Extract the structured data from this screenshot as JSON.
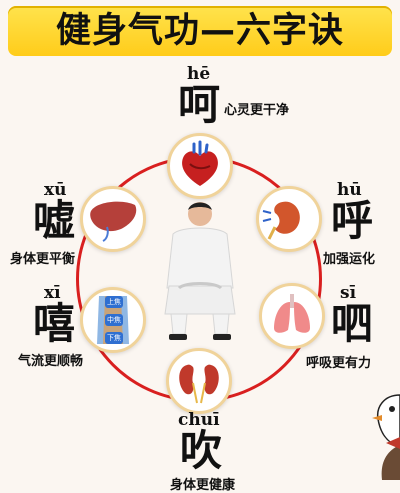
{
  "title": "健身气功—六字诀",
  "ring_color": "#d91f1f",
  "banner_color": "#ffd23f",
  "sounds": {
    "he": {
      "pinyin": "hē",
      "char": "呵",
      "caption": "心灵更干净",
      "organ": "heart-icon"
    },
    "hu": {
      "pinyin": "hū",
      "char": "呼",
      "caption": "加强运化",
      "organ": "kidney-icon"
    },
    "si": {
      "pinyin": "sī",
      "char": "呬",
      "caption": "呼吸更有力",
      "organ": "lungs-icon"
    },
    "chui": {
      "pinyin": "chuī",
      "char": "吹",
      "caption": "身体更健康",
      "organ": "kidneys-icon"
    },
    "xi": {
      "pinyin": "xī",
      "char": "嘻",
      "caption": "气流更顺畅",
      "organ": "torso-icon"
    },
    "xu": {
      "pinyin": "xū",
      "char": "嘘",
      "caption": "身体更平衡",
      "organ": "liver-icon"
    }
  },
  "torso_labels": [
    "上焦",
    "中焦",
    "下焦"
  ]
}
